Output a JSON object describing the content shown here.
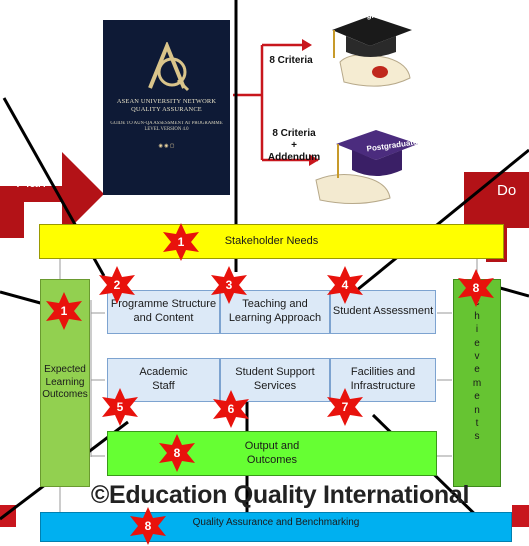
{
  "book": {
    "title": "ASEAN UNIVERSITY NETWORK QUALITY ASSURANCE",
    "subtitle": "GUIDE TO AUN-QA ASSESSMENT AT PROGRAMME LEVEL VERSION 4.0"
  },
  "branches": {
    "undergraduate": {
      "criteria": "8 Criteria",
      "cap_label": "Undergraduate"
    },
    "postgraduate": {
      "criteria": "8 Criteria",
      "plus": "+",
      "addendum": "Addendum",
      "cap_label": "Postgraduate"
    }
  },
  "cycle": {
    "plan": "Plan",
    "do": "Do"
  },
  "stakeholder": {
    "label": "Stakeholder Needs",
    "number": "1"
  },
  "elo": {
    "label": "Expected Learning Outcomes",
    "number": "1"
  },
  "row1": [
    {
      "label": "Programme Structure and Content",
      "number": "2"
    },
    {
      "label": "Teaching and Learning Approach",
      "number": "3"
    },
    {
      "label": "Student Assessment",
      "number": "4"
    }
  ],
  "row2": [
    {
      "label": "Academic Staff",
      "number": "5"
    },
    {
      "label": "Student Support Services",
      "number": "6"
    },
    {
      "label": "Facilities and Infrastructure",
      "number": "7"
    }
  ],
  "output": {
    "label": "Output and Outcomes",
    "number": "8"
  },
  "achievements": {
    "letters": [
      "A",
      "c",
      "h",
      "i",
      "e",
      "v",
      "e",
      "m",
      "e",
      "n",
      "t",
      "s"
    ],
    "number": "8"
  },
  "watermark": "©Education Quality International",
  "quality": {
    "label": "Quality Assurance and Benchmarking",
    "number": "8"
  },
  "colors": {
    "yellow": "#ffff00",
    "green": "#92d050",
    "light_blue": "#dce9f7",
    "bright_green": "#66ff33",
    "cyan": "#00b0f0",
    "red": "#e8120c",
    "dark_red": "#b31217",
    "book_navy": "#0e1a36"
  }
}
